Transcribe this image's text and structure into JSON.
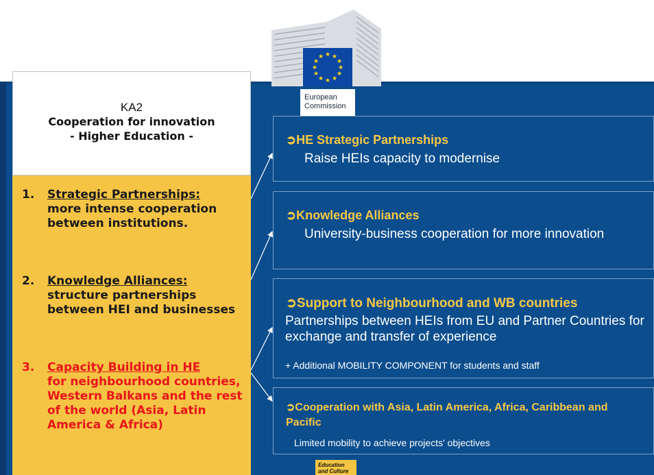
{
  "logo": {
    "line1": "European",
    "line2": "Commission"
  },
  "left_panel": {
    "code": "KA2",
    "title": "Cooperation for innovation",
    "subtitle": "- Higher Education -",
    "items": [
      {
        "num": "1.",
        "title": "Strategic Partnerships:",
        "text": "more intense cooperation between institutions."
      },
      {
        "num": "2.",
        "title": "Knowledge Alliances:",
        "text": "structure partnerships between HEI and businesses"
      },
      {
        "num": "3.",
        "title": "Capacity Building in HE",
        "text": "for neighbourhood countries, Western Balkans and the rest of the world (Asia, Latin America & Africa)"
      }
    ]
  },
  "boxes": [
    {
      "heading": "HE Strategic Partnerships",
      "desc": "Raise HEIs capacity to modernise"
    },
    {
      "heading": "Knowledge Alliances",
      "desc": "University-business cooperation for more innovation"
    },
    {
      "heading": "Support to Neighbourhood and WB countries",
      "desc": "Partnerships between HEIs from EU and Partner Countries for exchange and transfer of experience",
      "note": "+ Additional  MOBILITY COMPONENT for students and staff"
    },
    {
      "heading": "Cooperation with Asia, Latin America, Africa, Caribbean and Pacific",
      "desc": "Limited mobility to achieve projects' objectives"
    }
  ],
  "footer_tag": {
    "line1": "Education",
    "line2": "and Culture"
  },
  "colors": {
    "blue": "#0b4d8d",
    "yellow": "#f6c444",
    "gold_text": "#f8c846",
    "red": "#e8141b"
  }
}
